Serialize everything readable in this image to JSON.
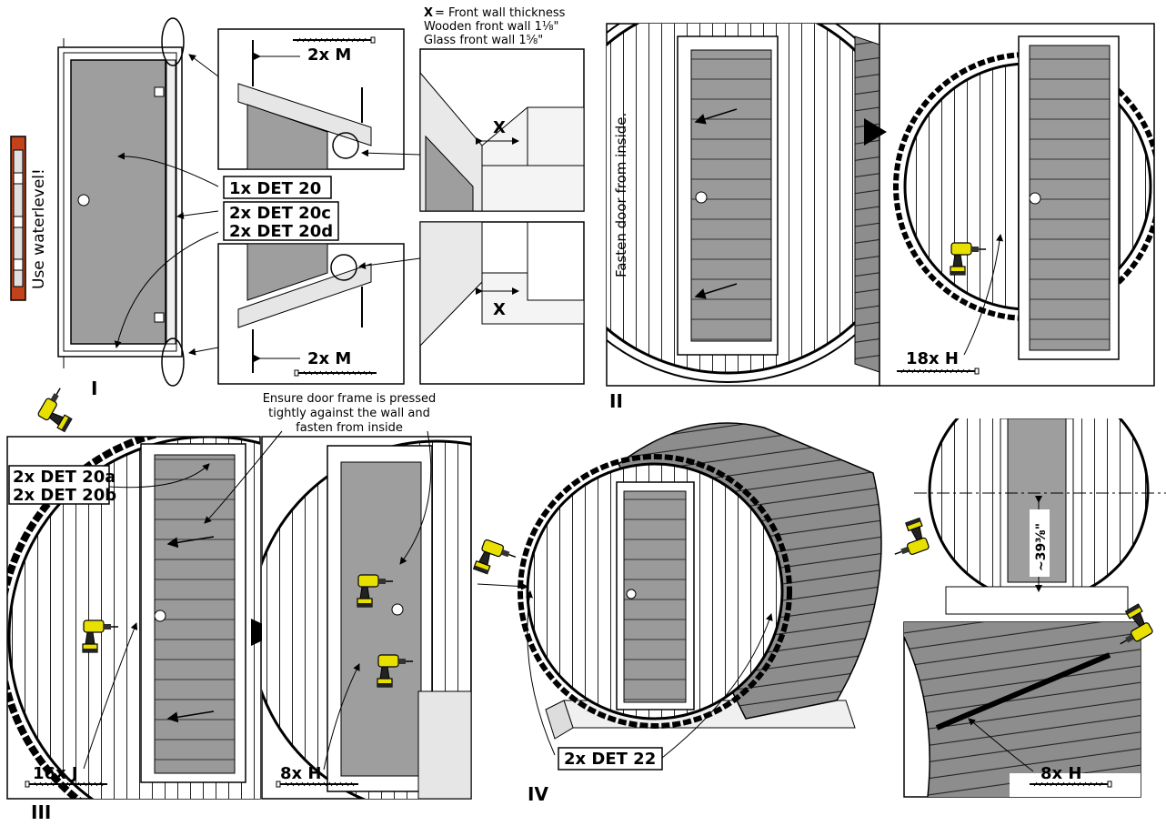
{
  "notes": {
    "x_def_key": "X",
    "x_def_text": "= Front wall thickness",
    "wooden": "Wooden front wall 1⅛\"",
    "glass": "Glass front wall 1⅝\"",
    "ensure_line1": "Ensure door frame is pressed",
    "ensure_line2": "tightly against the wall and",
    "ensure_line3": "fasten from inside",
    "fasten_inside": "Fasten door from inside.",
    "waterlevel": "Use waterlevel!",
    "measure": "~39⅜\""
  },
  "labels": {
    "det20": "1x DET 20",
    "det20cd_1": "2x DET 20c",
    "det20cd_2": "2x DET 20d",
    "det20ab_1": "2x DET 20a",
    "det20ab_2": "2x DET 20b",
    "det22": "2x DET 22",
    "m_top": "2x M",
    "m_bottom": "2x M",
    "x_top": "X",
    "x_bottom": "X",
    "h18": "18x H",
    "j16": "16x J",
    "h8_a": "8x H",
    "h8_b": "8x H"
  },
  "steps": [
    "I",
    "II",
    "III",
    "IV"
  ],
  "icons": [
    "water-level-icon",
    "drill-icon",
    "screw-icon",
    "arrow-right-icon",
    "detail-circle-icon"
  ]
}
